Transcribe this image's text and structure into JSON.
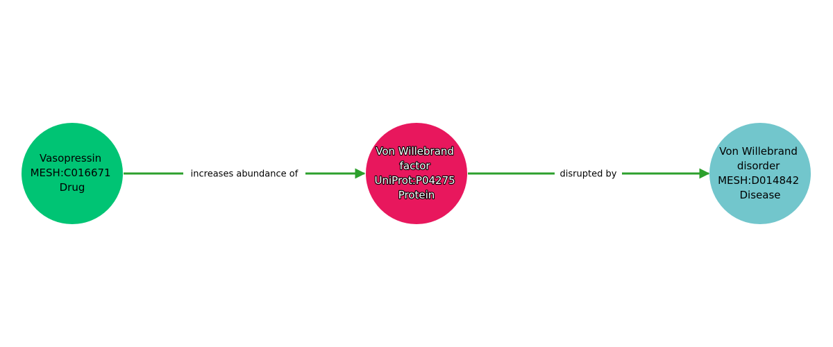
{
  "graph": {
    "edge_color": "#2ca02c",
    "nodes": [
      {
        "id": "vasopressin",
        "lines": [
          "Vasopressin",
          "MESH:C016671",
          "Drug"
        ],
        "fill": "#00c474",
        "text_color": "#000000",
        "halo": false
      },
      {
        "id": "vwf",
        "lines": [
          "Von Willebrand",
          "factor",
          "UniProt:P04275",
          "Protein"
        ],
        "fill": "#e8175d",
        "text_color": "#ffffff",
        "halo": true
      },
      {
        "id": "vwd",
        "lines": [
          "Von Willebrand",
          "disorder",
          "MESH:D014842",
          "Disease"
        ],
        "fill": "#72c6cc",
        "text_color": "#000000",
        "halo": false
      }
    ],
    "edges": [
      {
        "source": "vasopressin",
        "target": "vwf",
        "label": "increases abundance of"
      },
      {
        "source": "vwf",
        "target": "vwd",
        "label": "disrupted by"
      }
    ]
  }
}
